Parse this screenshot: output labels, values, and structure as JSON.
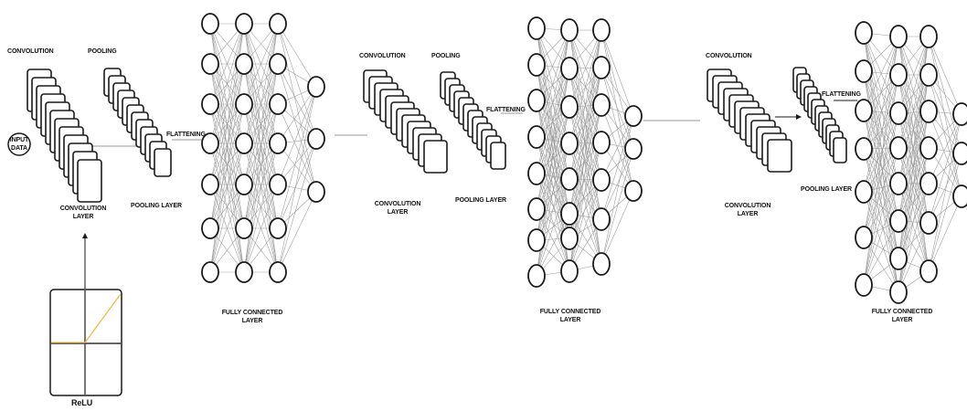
{
  "labels": {
    "input_data_1": "INPUT",
    "input_data_2": "DATA",
    "stage1": {
      "convolution": "CONVOLUTION",
      "pooling": "POOLING",
      "conv_layer_1": "CONVOLUTION",
      "conv_layer_2": "LAYER",
      "pooling_layer": "POOLING LAYER",
      "flattening": "FLATTENING",
      "fc_1": "FULLY CONNECTED",
      "fc_2": "LAYER"
    },
    "stage2": {
      "convolution": "CONVOLUTION",
      "pooling": "POOLING",
      "conv_layer_1": "CONVOLUTION",
      "conv_layer_2": "LAYER",
      "pooling_layer": "POOLING LAYER",
      "flattening": "FLATTENING",
      "fc_1": "FULLY CONNECTED",
      "fc_2": "LAYER"
    },
    "stage3": {
      "convolution": "CONVOLUTION",
      "conv_layer_1": "CONVOLUTION",
      "conv_layer_2": "LAYER",
      "pooling_layer": "POOLING LAYER",
      "flattening": "FLATTENING",
      "fc_1": "FULLY CONNECTED",
      "fc_2": "LAYER"
    },
    "relu": "ReLU"
  },
  "colors": {
    "line": "#1a1a1a",
    "connection": "#9a9a9a",
    "relu_curve": "#f2b84b"
  }
}
